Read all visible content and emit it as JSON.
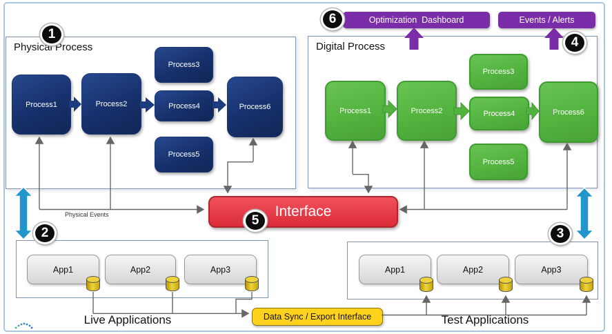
{
  "physical": {
    "title": "Physical Process",
    "processes": [
      "Process1",
      "Process2",
      "Process3",
      "Process4",
      "Process5",
      "Process6"
    ]
  },
  "digital": {
    "title": "Digital Process",
    "processes": [
      "Process1",
      "Process2",
      "Process3",
      "Process4",
      "Process5",
      "Process6"
    ]
  },
  "outputs": {
    "optimization_dashboard": "Optimization  Dashboard",
    "events_alerts": "Events / Alerts"
  },
  "interface": {
    "label": "Interface"
  },
  "connections": {
    "physical_events": "Physical Events",
    "data_sync": "Data Sync / Export Interface"
  },
  "live": {
    "caption": "Live Applications",
    "apps": [
      "App1",
      "App2",
      "App3"
    ]
  },
  "test": {
    "caption": "Test Applications",
    "apps": [
      "App1",
      "App2",
      "App3"
    ]
  },
  "badges": {
    "b1": "1",
    "b2": "2",
    "b3": "3",
    "b4": "4",
    "b5": "5",
    "b6": "6"
  },
  "colors": {
    "physical_process": "#1C3C7C",
    "digital_process": "#55B342",
    "interface": "#E23B46",
    "output_bar": "#7B2CA8",
    "data_sync": "#FFD21E",
    "sync_arrow": "#2395CD",
    "connector": "#666666",
    "frame": "#A9C6E4"
  }
}
